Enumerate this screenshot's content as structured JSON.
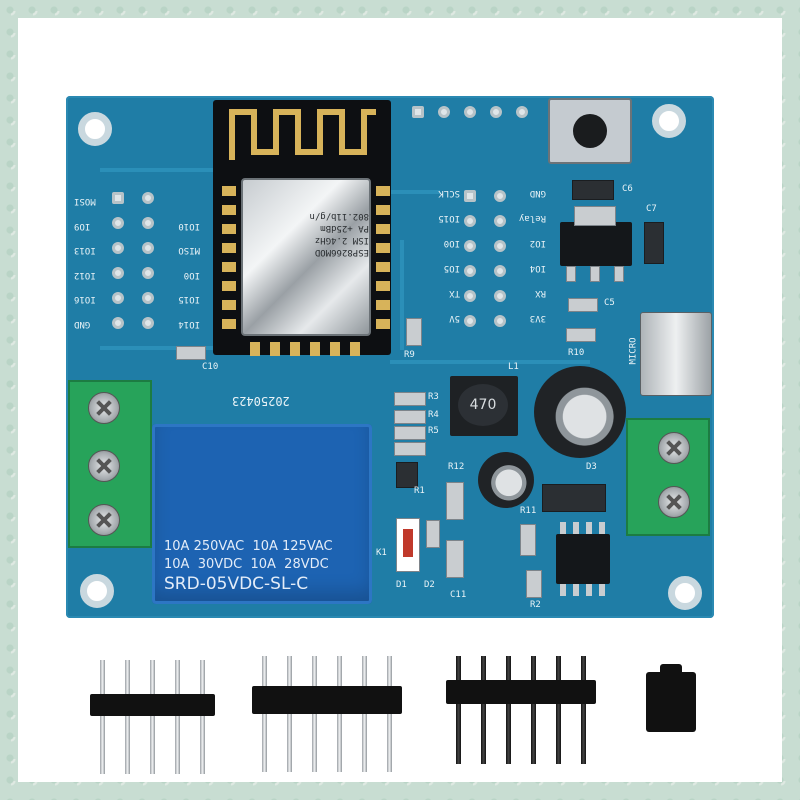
{
  "image": {
    "subject": "ESP8266 relay module board with loose pin headers and a jumper cap",
    "colors": {
      "pcb": "#1f7da6",
      "relay_body": "#1d63b2",
      "terminal_block": "#27a35a",
      "background_pattern": "#c8ddd2"
    }
  },
  "module_labels": {
    "wifi_module": [
      "ESP8266MOD",
      "ISM 2.4GHz",
      "PA +25dBm",
      "802.11b/g/n"
    ],
    "relay_ratings": "10A 250VAC  10A 125VAC\n10A  30VDC  10A  28VDC",
    "relay_part": "SRD-05VDC-SL-C",
    "date_code": "20250423",
    "inductor": "470"
  },
  "silkscreen": {
    "left_header": [
      "GND",
      "IO16",
      "IO14",
      "IO12",
      "IO13",
      "IO15",
      "IO0",
      "MISO",
      "IO9",
      "IO10",
      "MOSI"
    ],
    "center_left": [
      "5V",
      "TX",
      "IO5",
      "IO0",
      "IO15",
      "SCLK"
    ],
    "center_right": [
      "3V3",
      "RX",
      "IO4",
      "IO2",
      "Relay",
      "GND"
    ],
    "components": [
      "C6",
      "C7",
      "C5",
      "R10",
      "R9",
      "R1",
      "R3",
      "R4",
      "R5",
      "R12",
      "R11",
      "R2",
      "D1",
      "D2",
      "D3",
      "K1",
      "L1",
      "C11",
      "C10",
      "MICRO"
    ]
  },
  "accessories": {
    "header_5pin": 5,
    "header_6pin_a": 6,
    "header_6pin_b": 6,
    "jumper_cap": 1
  }
}
